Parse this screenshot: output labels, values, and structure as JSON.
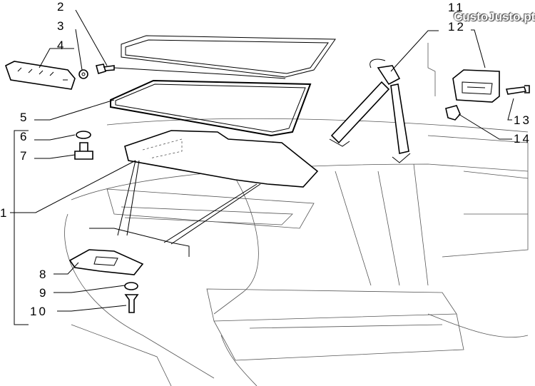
{
  "diagram": {
    "callouts": [
      "1",
      "2",
      "3",
      "4",
      "5",
      "6",
      "7",
      "8",
      "9",
      "10",
      "11",
      "12",
      "13",
      "14"
    ]
  },
  "watermark": "CustoJusto.pt"
}
